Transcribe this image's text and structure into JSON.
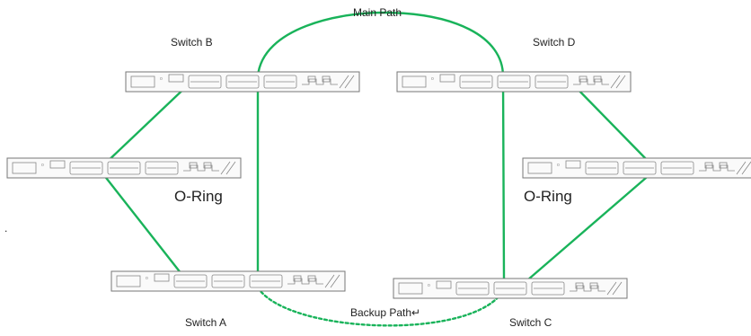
{
  "labels": {
    "main_path": "Main Path",
    "backup_path": "Backup Path↵",
    "ring_left": "O-Ring",
    "ring_right": "O-Ring"
  },
  "switches": [
    {
      "id": "switch-b",
      "label": "Switch B"
    },
    {
      "id": "switch-d",
      "label": "Switch D"
    },
    {
      "id": "switch-left",
      "label": ""
    },
    {
      "id": "switch-right",
      "label": ""
    },
    {
      "id": "switch-a",
      "label": "Switch A"
    },
    {
      "id": "switch-c",
      "label": "Switch C"
    }
  ],
  "colors": {
    "link": "#19b35a",
    "switch_outline": "#777777",
    "text": "#222222"
  }
}
